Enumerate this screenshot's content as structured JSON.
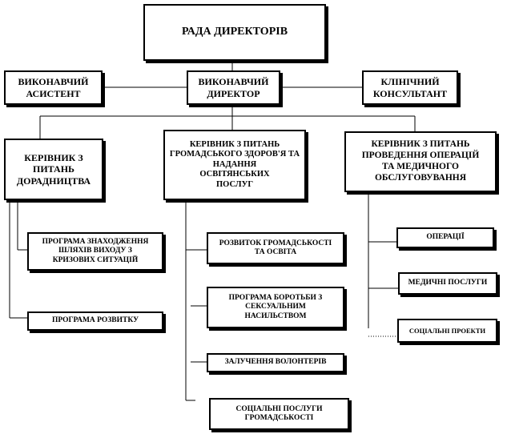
{
  "org_chart": {
    "board": "РАДА ДИРЕКТОРІВ",
    "executive_assistant": "ВИКОНАВЧИЙ\nАСИСТЕНТ",
    "executive_director": "ВИКОНАВЧИЙ\nДИРЕКТОР",
    "clinical_consultant": "КЛІНІЧНИЙ\nКОНСУЛЬТАНТ",
    "advisory_head": "КЕРІВНИК  З\nПИТАНЬ\nДОРАДНИЦТВА",
    "public_health_head": "КЕРІВНИК З ПИТАНЬ\nГРОМАДСЬКОГО ЗДОРОВ'Я ТА\nНАДАННЯ\nОСВІТЯНСЬКИХ\nПОСЛУГ",
    "operations_head": "КЕРІВНИК  З ПИТАНЬ\nПРОВЕДЕННЯ  ОПЕРАЦІЙ\nТА МЕДИЧНОГО\nОБСЛУГОВУВАННЯ",
    "crisis_program": "ПРОГРАМА ЗНАХОДЖЕННЯ\nШЛЯХІВ ВИХОДУ З\nКРИЗОВИХ СИТУАЦІЙ",
    "development_program": "ПРОГРАМА РОЗВИТКУ",
    "community_dev": "РОЗВИТОК ГРОМАДСЬКОСТІ\nТА ОСВІТА",
    "anti_violence_program": "ПРОГРАМА БОРОТЬБИ З\nСЕКСУАЛЬНИМ\nНАСИЛЬСТВОМ",
    "volunteers": "ЗАЛУЧЕННЯ ВОЛОНТЕРІВ",
    "social_services": "СОЦІАЛЬНІ ПОСЛУГИ\nГРОМАДСЬКОСТІ",
    "operations": "ОПЕРАЦІЇ",
    "medical_services": "МЕДИЧНІ ПОСЛУГИ",
    "social_projects": "СОЦІАЛЬНІ ПРОЕКТИ"
  }
}
